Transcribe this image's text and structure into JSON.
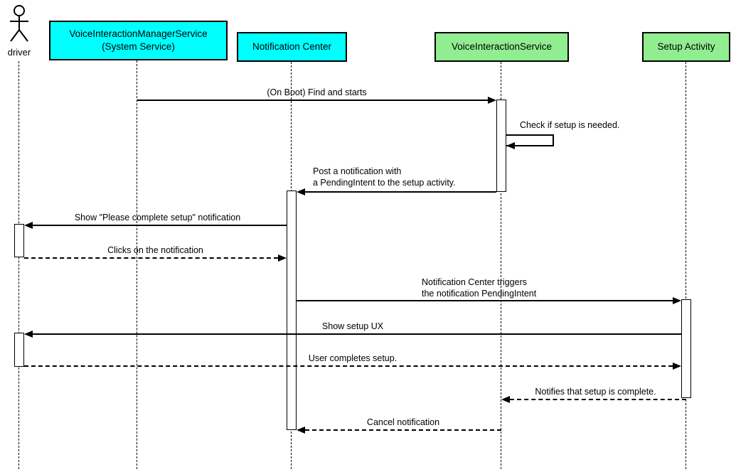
{
  "diagram": {
    "type": "sequence",
    "actor": {
      "label": "driver"
    },
    "colors": {
      "system_box": "#00ffff",
      "service_box": "#90ee90",
      "line": "#000000"
    },
    "participants": [
      {
        "label": "VoiceInteractionManagerService",
        "sublabel": "(System Service)",
        "color": "#00ffff"
      },
      {
        "label": "Notification Center",
        "color": "#00ffff"
      },
      {
        "label": "VoiceInteractionService",
        "color": "#90ee90"
      },
      {
        "label": "Setup Activity",
        "color": "#90ee90"
      }
    ],
    "messages": [
      {
        "label": "(On Boot) Find and starts",
        "from": "VoiceInteractionManagerService",
        "to": "VoiceInteractionService",
        "line": "solid"
      },
      {
        "label": "Check if setup is needed.",
        "from": "VoiceInteractionService",
        "to": "VoiceInteractionService",
        "line": "solid-self"
      },
      {
        "label": "Post a notification with",
        "label2": "a PendingIntent to the setup activity.",
        "from": "VoiceInteractionService",
        "to": "Notification Center",
        "line": "solid"
      },
      {
        "label": "Show \"Please complete setup\" notification",
        "from": "Notification Center",
        "to": "driver",
        "line": "solid"
      },
      {
        "label": "Clicks on the notification",
        "from": "driver",
        "to": "Notification Center",
        "line": "dashed"
      },
      {
        "label": "Notification Center triggers",
        "label2": "the notification PendingIntent",
        "from": "Notification Center",
        "to": "Setup Activity",
        "line": "solid"
      },
      {
        "label": "Show setup UX",
        "from": "Setup Activity",
        "to": "driver",
        "line": "solid"
      },
      {
        "label": "User completes setup.",
        "from": "driver",
        "to": "Setup Activity",
        "line": "dashed"
      },
      {
        "label": "Notifies that setup is complete.",
        "from": "Setup Activity",
        "to": "VoiceInteractionService",
        "line": "dashed"
      },
      {
        "label": "Cancel notification",
        "from": "VoiceInteractionService",
        "to": "Notification Center",
        "line": "dashed"
      }
    ]
  }
}
